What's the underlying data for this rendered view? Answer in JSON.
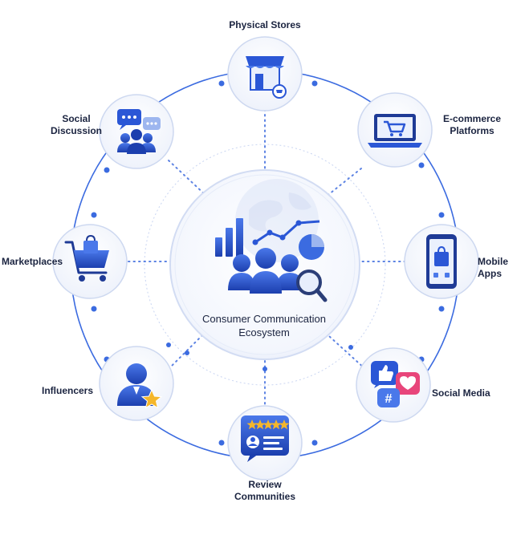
{
  "center": {
    "label": "Consumer Communication\nEcosystem"
  },
  "nodes": [
    {
      "id": "physical-stores",
      "label": "Physical Stores",
      "icon": "storefront-icon"
    },
    {
      "id": "ecommerce-platforms",
      "label": "E-commerce\nPlatforms",
      "icon": "laptop-cart-icon"
    },
    {
      "id": "mobile-apps",
      "label": "Mobile Apps",
      "icon": "smartphone-bag-icon"
    },
    {
      "id": "social-media",
      "label": "Social Media",
      "icon": "social-reactions-icon"
    },
    {
      "id": "review-communities",
      "label": "Review\nCommunities",
      "icon": "star-review-icon"
    },
    {
      "id": "influencers",
      "label": "Influencers",
      "icon": "influencer-star-icon"
    },
    {
      "id": "marketplaces",
      "label": "Marketplaces",
      "icon": "shopping-cart-icon"
    },
    {
      "id": "social-discussion",
      "label": "Social\nDiscussion",
      "icon": "group-chat-icon"
    }
  ],
  "colors": {
    "accent": "#2b57d6",
    "accent_dark": "#1c3fae",
    "ring": "#3b6be0",
    "text": "#1b2440",
    "pink": "#e8457a",
    "gold": "#f4b62b"
  }
}
